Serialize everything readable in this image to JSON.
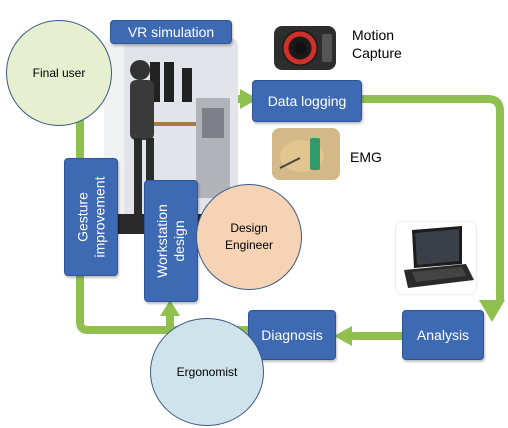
{
  "nodes": {
    "vr_simulation": "VR simulation",
    "data_logging": "Data logging",
    "analysis": "Analysis",
    "diagnosis": "Diagnosis",
    "gesture_improvement": "Gesture\nimprovement",
    "workstation_design": "Workstation\ndesign"
  },
  "roles": {
    "final_user": "Final user",
    "design_engineer": "Design\nEngineer",
    "ergonomist": "Ergonomist"
  },
  "sensors": {
    "motion_capture": "Motion\nCapture",
    "emg": "EMG"
  },
  "colors": {
    "box_fill": "#3d6ab3",
    "arrow_green": "#8fbf4f",
    "final_user_circle": "#e6efcf",
    "design_engineer_circle": "#f7d3b6",
    "ergonomist_circle": "#cfe3ec"
  },
  "icons": {
    "vr_photo": "vr-scene-photo",
    "motion_capture": "motion-capture-camera-icon",
    "emg": "emg-sensor-photo",
    "laptop": "laptop-icon"
  }
}
